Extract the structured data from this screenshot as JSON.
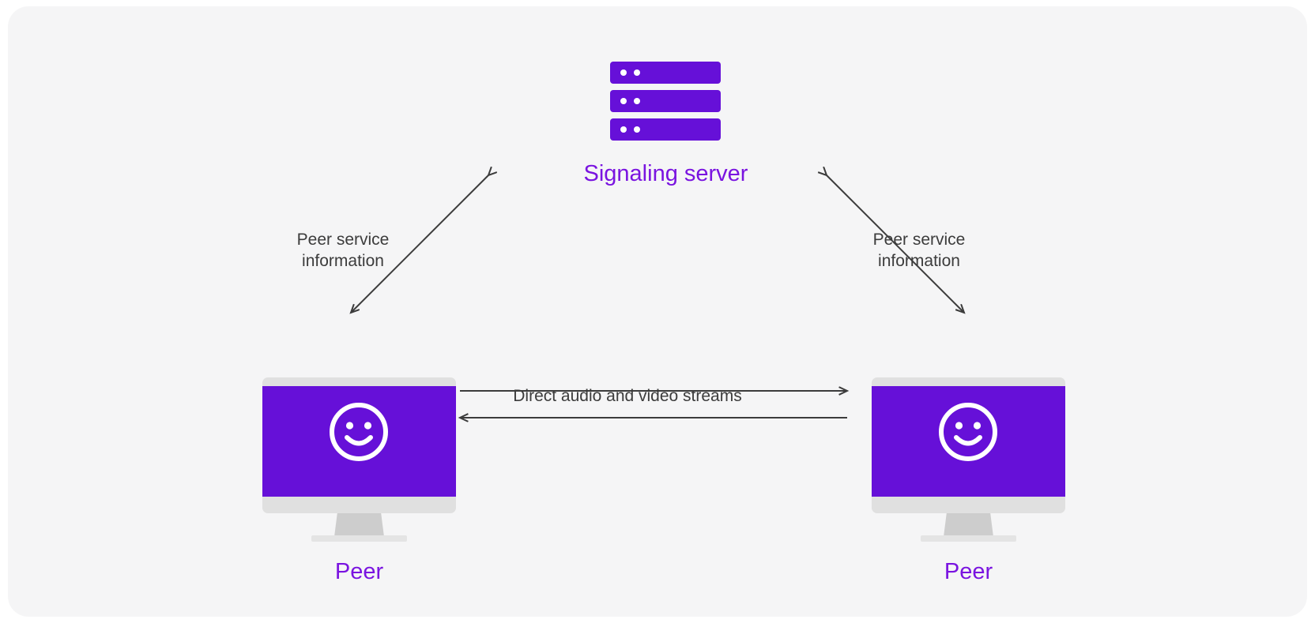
{
  "diagram": {
    "title": "WebRTC peer-to-peer signaling topology",
    "background_color": "#f5f5f6",
    "accent_color": "#6610d8",
    "label_color": "#7a14e0",
    "text_color": "#3c3c3c",
    "line_color": "#3c3c3c"
  },
  "nodes": {
    "server": {
      "label": "Signaling server",
      "icon": "server-icon",
      "bars": 3,
      "dots_per_bar": 2,
      "color": "#6610d8"
    },
    "peer_left": {
      "label": "Peer",
      "icon": "monitor-icon",
      "screen_icon": "smiley-face-icon",
      "screen_color": "#6610d8",
      "bezel_color": "#e0e0e0"
    },
    "peer_right": {
      "label": "Peer",
      "icon": "monitor-icon",
      "screen_icon": "smiley-face-icon",
      "screen_color": "#6610d8",
      "bezel_color": "#e0e0e0"
    }
  },
  "edges": {
    "left_diagonal": {
      "label": "Peer service\ninformation",
      "line1": "Peer service",
      "line2": "information",
      "direction": "bidirectional"
    },
    "right_diagonal": {
      "label": "Peer service\ninformation",
      "line1": "Peer service",
      "line2": "information",
      "direction": "bidirectional"
    },
    "center_horizontal": {
      "label": "Direct audio and video streams",
      "direction": "bidirectional",
      "arrow_top": "right",
      "arrow_bottom": "left"
    }
  }
}
